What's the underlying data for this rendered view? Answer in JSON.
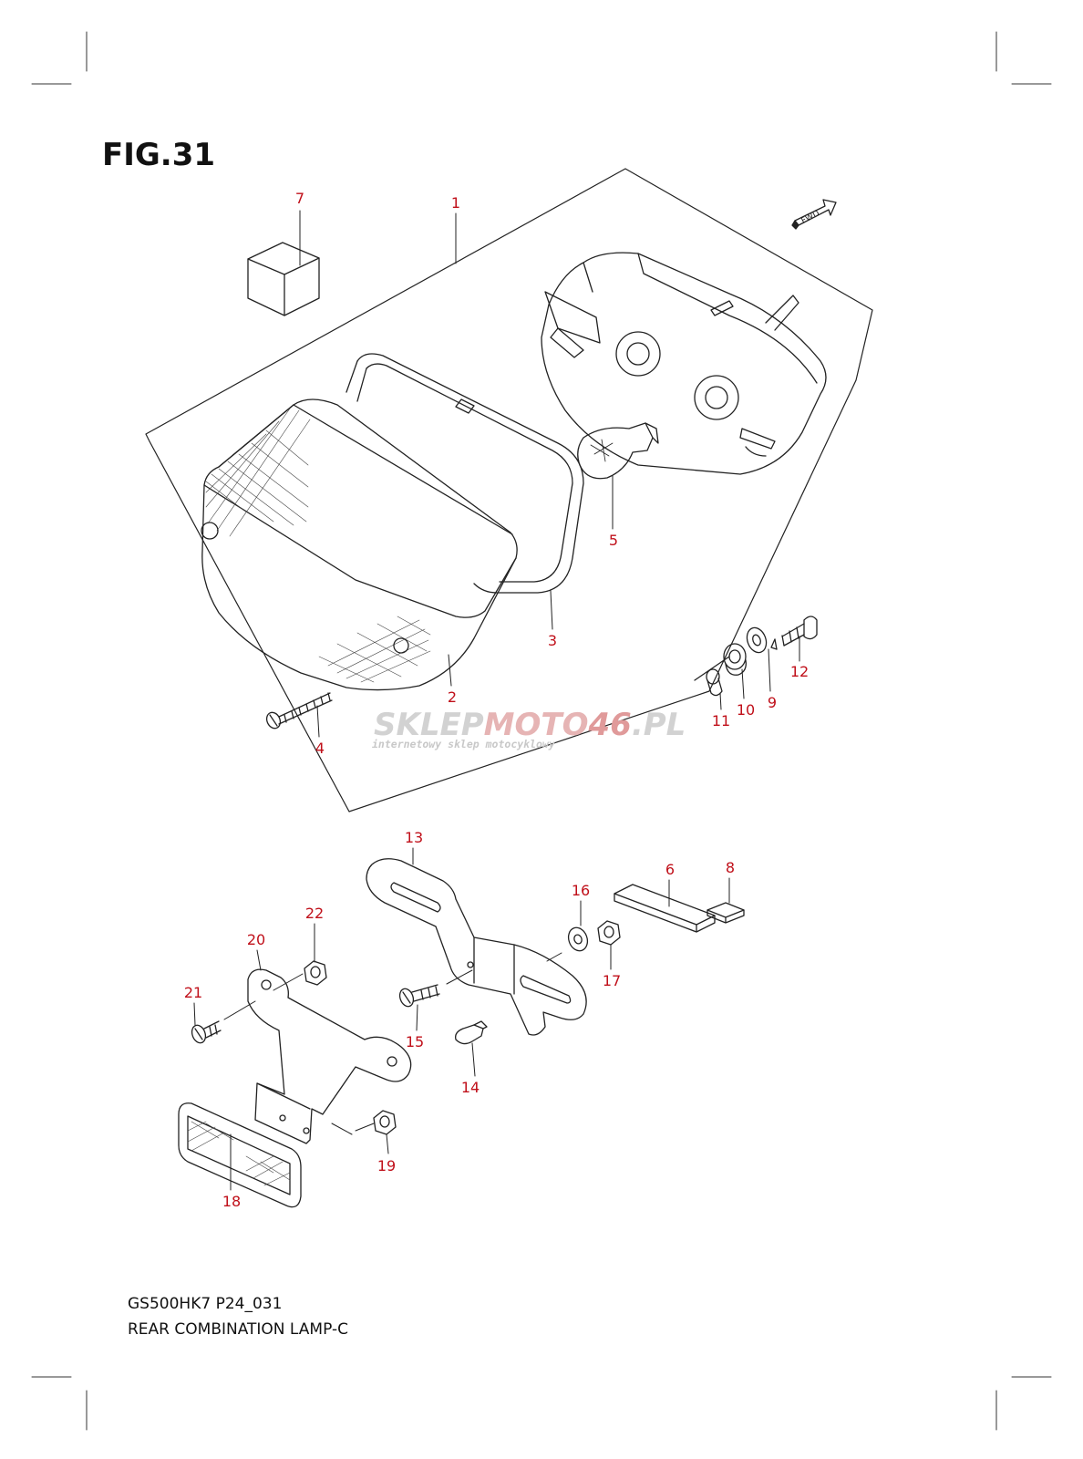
{
  "figure_title": "FIG.31",
  "caption_code": "GS500HK7 P24_031",
  "caption_title": "REAR COMBINATION LAMP-C",
  "fwd_label": "FWD",
  "watermark": {
    "brand_a": "SKLEP",
    "brand_b": "MOTO",
    "brand_c": "46",
    "brand_d": ".PL",
    "tagline": "internetowy sklep motocyklowy"
  },
  "colors": {
    "callout": "#c0101a",
    "line": "#222222",
    "watermark_grey": "#cfcfcf",
    "watermark_red": "#e2a2a2"
  },
  "callouts": [
    "1",
    "2",
    "3",
    "4",
    "5",
    "6",
    "7",
    "8",
    "9",
    "10",
    "11",
    "12",
    "13",
    "14",
    "15",
    "16",
    "17",
    "18",
    "19",
    "20",
    "21",
    "22"
  ]
}
